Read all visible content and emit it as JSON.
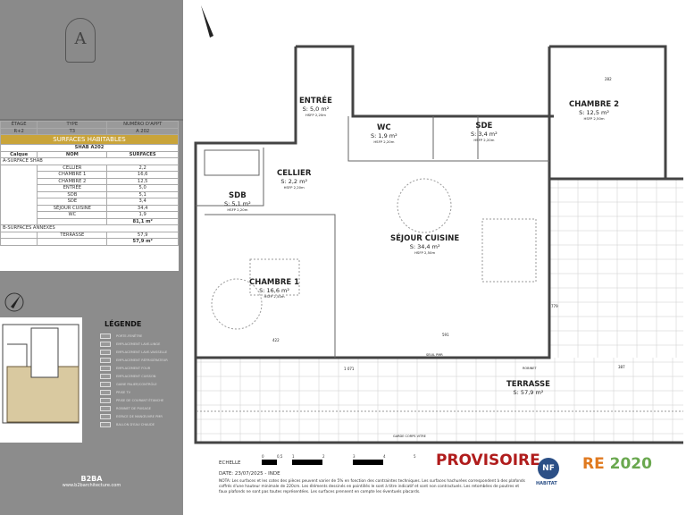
{
  "logo": {
    "mark": "A"
  },
  "table": {
    "header": [
      "ÉTAGE",
      "TYPE",
      "NUMÉRO D'APPT"
    ],
    "values": [
      "R+2",
      "T3",
      "A 202"
    ],
    "section_title": "SURFACES HABITABLES",
    "subtitle": "SHAB A202",
    "columns": [
      "Calque",
      "NOM",
      "SURFACES"
    ],
    "group_a": "A-SURFACE SHAB",
    "rows": [
      {
        "name": "CELLIER",
        "surface": "2,2"
      },
      {
        "name": "CHAMBRE 1",
        "surface": "16,6"
      },
      {
        "name": "CHAMBRE 2",
        "surface": "12,5"
      },
      {
        "name": "ENTRÉE",
        "surface": "5,0"
      },
      {
        "name": "SDB",
        "surface": "5,1"
      },
      {
        "name": "SDE",
        "surface": "3,4"
      },
      {
        "name": "SÉJOUR CUISINE",
        "surface": "34,4"
      },
      {
        "name": "WC",
        "surface": "1,9"
      }
    ],
    "total_a": "81,1 m²",
    "group_b": "B-SURFACES ANNEXES",
    "annex": {
      "name": "TERRASSE",
      "surface": "57,9"
    },
    "total_b": "57,9 m²"
  },
  "legend": {
    "title": "LÉGENDE",
    "items": [
      "PORTE-FENÊTRE",
      "EMPLACEMENT LAVE-LINGE",
      "EMPLACEMENT LAVE-VAISSELLE",
      "EMPLACEMENT RÉFRIGÉRATEUR",
      "EMPLACEMENT FOUR",
      "EMPLACEMENT CUISSON",
      "GAINE PALIER/CONTRÔLE",
      "PRISE TV",
      "PRISE DE COURANT ÉTANCHE",
      "ROBINET DE PUISAGE",
      "ESPACE DE MANŒUVRE PMR",
      "BALLON D'EAU CHAUDE"
    ]
  },
  "brand": {
    "name": "B2BA",
    "url": "www.b2barchitecture.com"
  },
  "rooms": {
    "entree": {
      "name": "ENTRÉE",
      "surface": "S: 5,0 m²",
      "hsfp": "HSFP 2,20m"
    },
    "wc": {
      "name": "WC",
      "surface": "S: 1,9 m²",
      "hsfp": "HSFP 2,20m"
    },
    "sde": {
      "name": "SDE",
      "surface": "S: 3,4 m²",
      "hsfp": "HSFP 2,20m"
    },
    "chambre2": {
      "name": "CHAMBRE 2",
      "surface": "S: 12,5 m²",
      "hsfp": "HSFP 2,50m"
    },
    "cellier": {
      "name": "CELLIER",
      "surface": "S: 2,2 m²",
      "hsfp": "HSFP 2,20m"
    },
    "sdb": {
      "name": "SDB",
      "surface": "S: 5,1 m²",
      "hsfp": "HSFP 2,20m"
    },
    "sejour": {
      "name": "SÉJOUR CUISINE",
      "surface": "S: 34,4 m²",
      "hsfp": "HSFP 2,50m"
    },
    "chambre1": {
      "name": "CHAMBRE 1",
      "surface": "S: 16,6 m²",
      "hsfp": "HSFP 2,50m"
    },
    "terrasse": {
      "name": "TERRASSE",
      "surface": "S: 57,9 m²"
    }
  },
  "dimensions": {
    "d1": "1 071",
    "d2": "387",
    "d3": "591",
    "d4": "422",
    "d5": "282",
    "d6": "779"
  },
  "annotations": {
    "garde_corps": "GARDE CORPS VITRE",
    "robinet": "ROBINET",
    "seuil": "SEUIL PMR"
  },
  "footer": {
    "scale_label": "ECHELLE",
    "scale_ticks": [
      "0",
      "0,5",
      "1",
      "2",
      "3",
      "4",
      "5"
    ],
    "date": "DATE: 23/07/2025 - INDE",
    "note": "NOTA: Les surfaces et les cotes des pièces peuvent varier de 5% en fonction des contraintes techniques. Les surfaces hachurées correspondent à des plafonds coffrés d'une hauteur minimale de 220cm. Les éléments dessinés en pointillés le sont à titre indicatif et sont non contractuels. Les retombées de poutres et faux plafonds ne sont pas toutes représentées. Les surfaces prennent en compte les éventuels placards.",
    "provisional": "PROVISOIRE",
    "nf": "NF",
    "nf_sub": "HABITAT",
    "re_a": "RE",
    "re_b": "2020"
  },
  "colors": {
    "gold": "#c9a43a",
    "provisional": "#b01c1c",
    "re": "#e07a20",
    "nf": "#2b4f86"
  }
}
